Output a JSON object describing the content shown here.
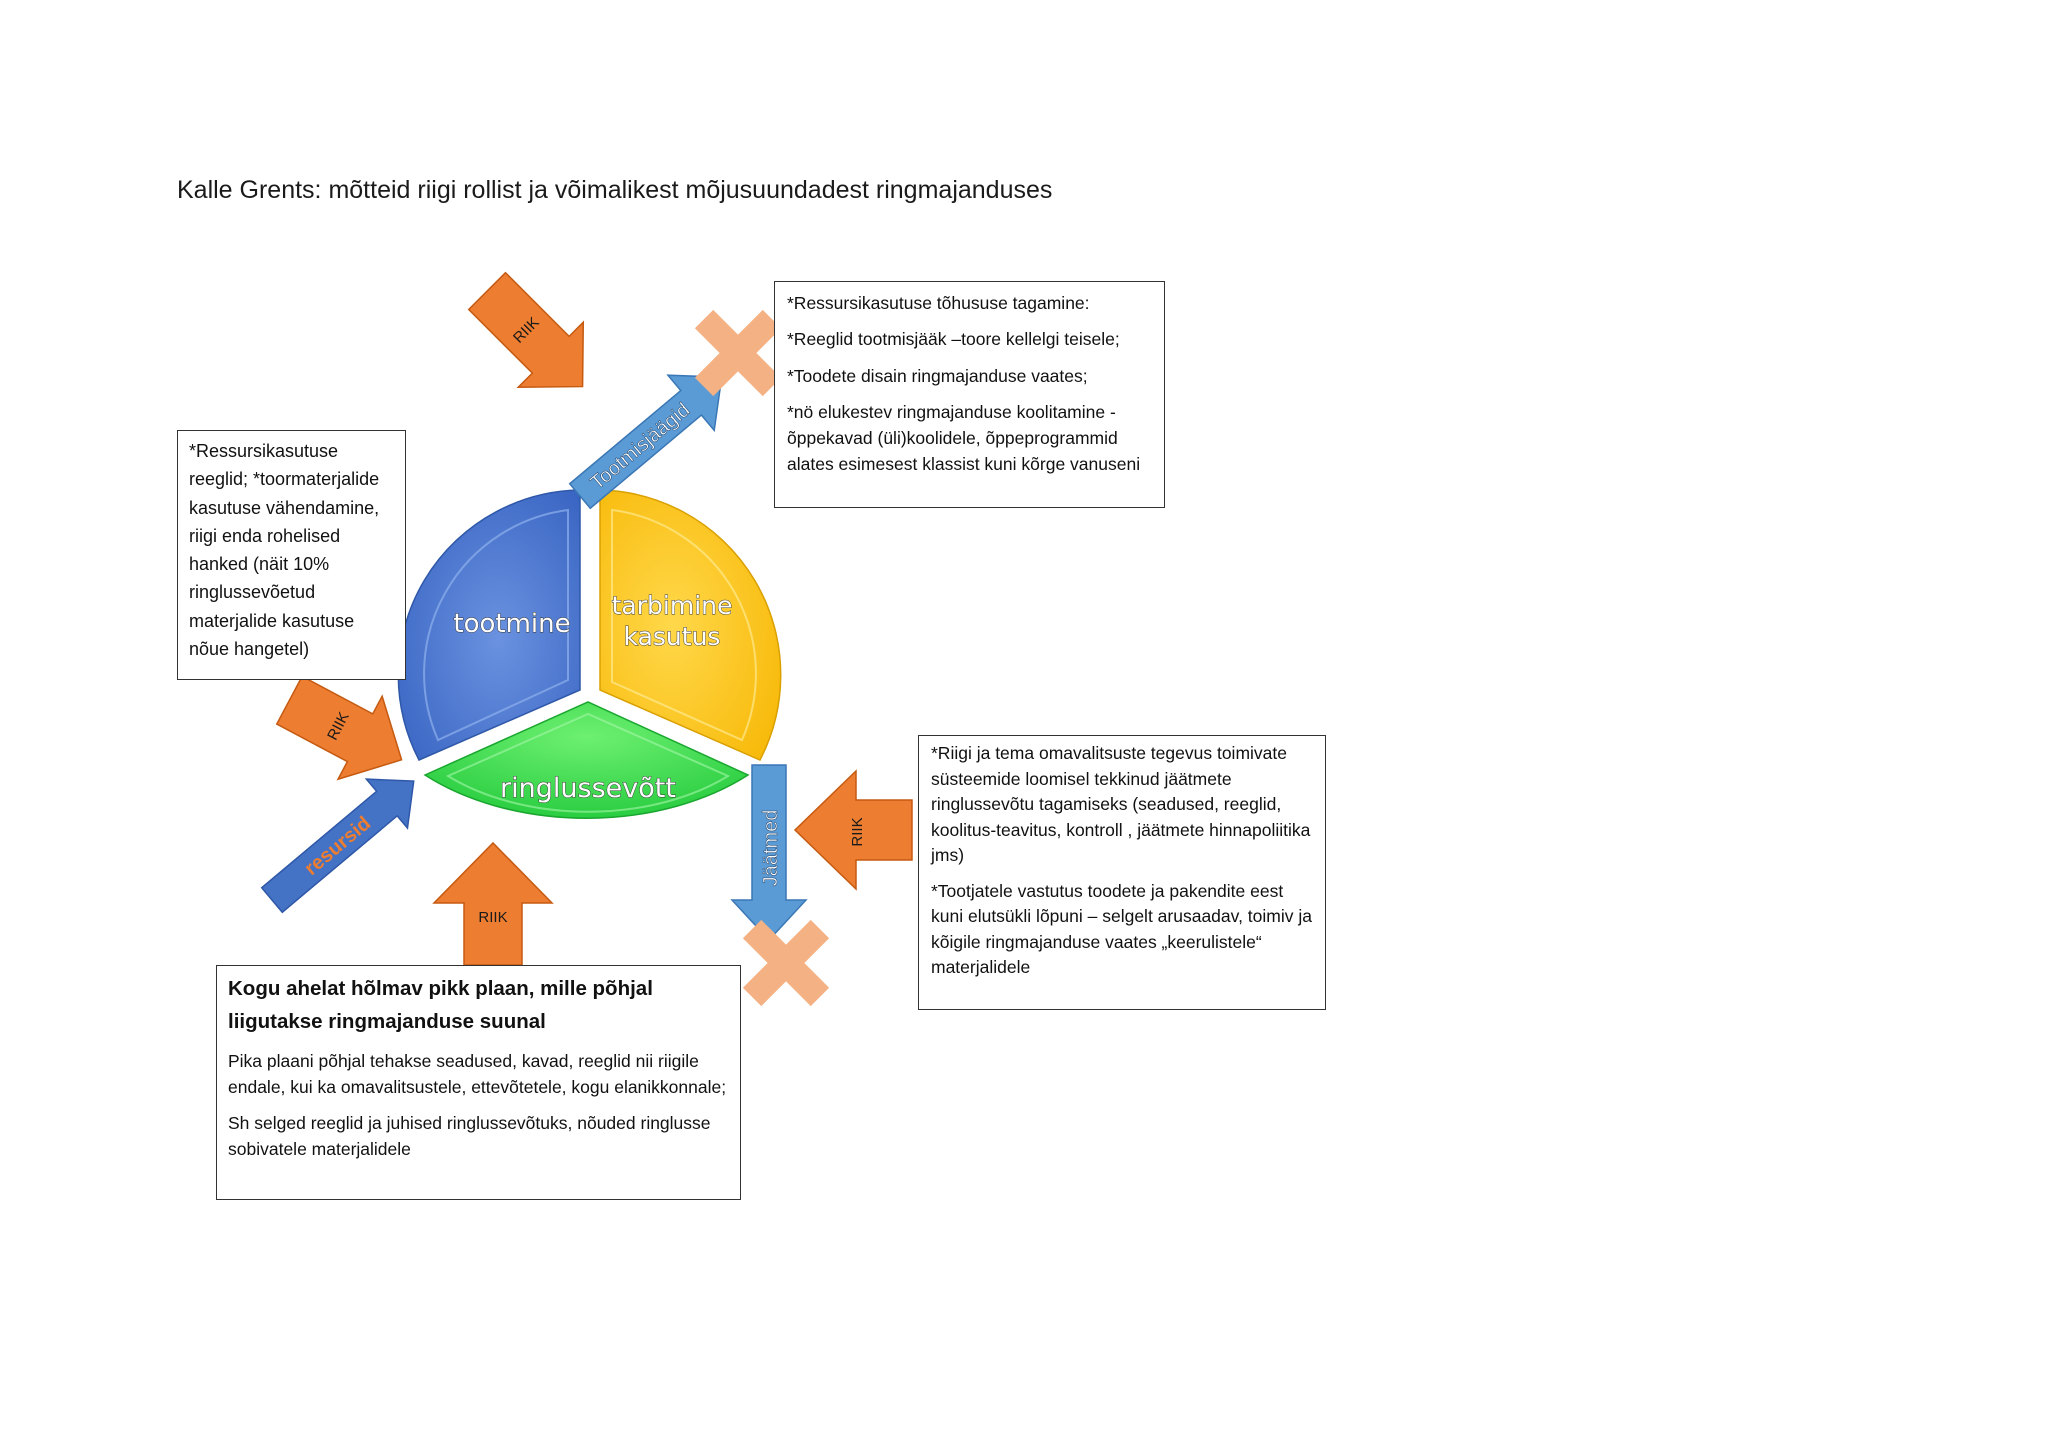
{
  "title": "Kalle Grents: mõtteid riigi rollist ja võimalikest mõjusuundadest ringmajanduses",
  "cycle": {
    "production": "tootmine",
    "consumption_line1": "tarbimine",
    "consumption_line2": "kasutus",
    "recycling": "ringlussevõtt"
  },
  "flows": {
    "production_waste": "Tootmisjäägid",
    "waste": "Jäätmed",
    "resources": "resursid"
  },
  "state_label": "RIIK",
  "boxes": {
    "top_right": [
      "*Ressursikasutuse tõhususe tagamine:",
      "*Reeglid tootmisjääk –toore kellelgi teisele;",
      "*Toodete disain ringmajanduse vaates;",
      "*nö elukestev ringmajanduse koolitamine - õppekavad (üli)koolidele, õppeprogrammid alates esimesest klassist kuni kõrge vanuseni"
    ],
    "left": "*Ressursikasutuse reeglid; *toormaterjalide kasutuse vähendamine, riigi enda rohelised hanked (näit 10% ringlussevõetud materjalide kasutuse nõue hangetel)",
    "right": [
      "*Riigi ja tema omavalitsuste tegevus toimivate süsteemide loomisel tekkinud jäätmete ringlussevõtu tagamiseks (seadused, reeglid, koolitus-teavitus, kontroll , jäätmete hinnapoliitika jms)",
      "*Tootjatele vastutus toodete ja pakendite eest kuni elutsükli lõpuni – selgelt arusaadav, toimiv ja kõigile ringmajanduse vaates „keerulistele“ materjalidele"
    ],
    "bottom": {
      "heading": "Kogu ahelat hõlmav pikk plaan, mille põhjal liigutakse ringmajanduse suunal",
      "paragraphs": [
        "Pika plaani põhjal tehakse seadused, kavad, reeglid nii riigile endale, kui ka omavalitsustele, ettevõtetele, kogu elanikkonnale;",
        "Sh selged reeglid ja juhised ringlussevõtuks, nõuded ringlusse sobivatele materjalidele"
      ]
    }
  },
  "colors": {
    "production": "#3f6fc9",
    "consumption": "#ffc20e",
    "recycling": "#33d34a",
    "state_arrow": "#ed7d31",
    "flow_arrow": "#5b9bd5",
    "cross": "#f4b183",
    "resources_text": "#ed7d31"
  }
}
